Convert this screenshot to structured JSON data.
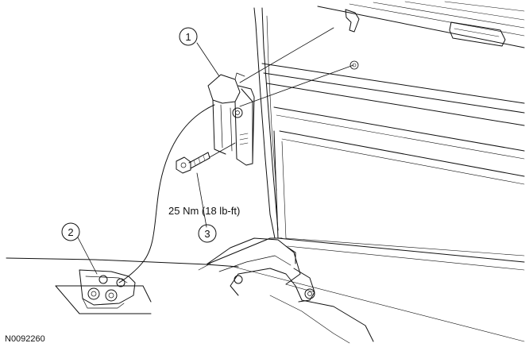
{
  "callouts": {
    "c1": "1",
    "c2": "2",
    "c3": "3"
  },
  "torque_spec": "25 Nm (18 lb-ft)",
  "figure_id": "N0092260",
  "colors": {
    "line": "#111111",
    "background": "#ffffff"
  }
}
